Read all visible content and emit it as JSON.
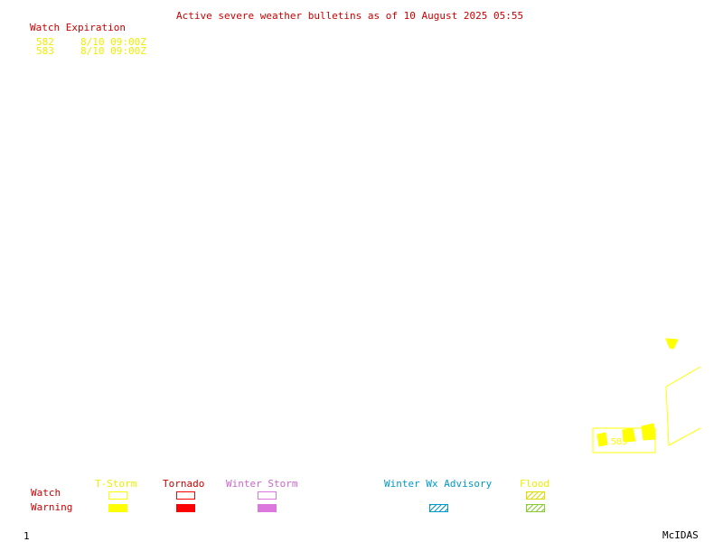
{
  "header": {
    "title": "Active severe weather bulletins as of 10 August 2025 05:55"
  },
  "watch_list": {
    "heading": "Watch Expiration",
    "items": [
      {
        "number": "582",
        "expires": "8/10 09:00Z"
      },
      {
        "number": "583",
        "expires": "8/10 09:00Z"
      }
    ]
  },
  "map": {
    "watch_label": "583"
  },
  "legend": {
    "watch_label": "Watch",
    "warning_label": "Warning",
    "categories": {
      "tstorm": "T-Storm",
      "tornado": "Tornado",
      "winter_storm": "Winter Storm",
      "winter_adv": "Winter Wx Advisory",
      "flood": "Flood"
    },
    "colors": {
      "tstorm": "#ffff00",
      "tornado": "#ff0000",
      "winter_storm": "#dd77dd",
      "winter_adv": "#0099cc",
      "flood": "#88cc33"
    }
  },
  "footer": {
    "frame_number": "1",
    "brand": "McIDAS"
  }
}
